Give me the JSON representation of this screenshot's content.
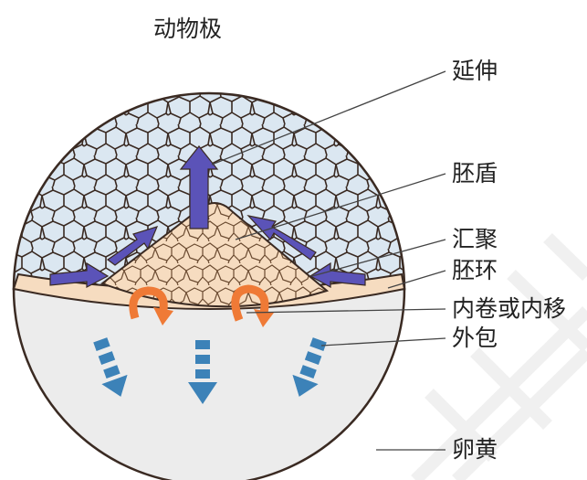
{
  "title": "动物极",
  "labels": {
    "extension": "延伸",
    "embryonic_shield": "胚盾",
    "convergence": "汇聚",
    "germ_ring": "胚环",
    "involution": "内卷或内移",
    "epiboly": "外包",
    "yolk": "卵黄"
  },
  "colors": {
    "cells_fill": "#dbe7f1",
    "cell_lines": "#3a2a22",
    "shield_fill": "#f6dcc0",
    "yolk_fill": "#ececec",
    "purple_arrow": "#5b53b8",
    "orange_arrow": "#ef7a36",
    "blue_arrow": "#3c82b8",
    "leader_line": "#444444",
    "watermark": "#eaeaea"
  }
}
